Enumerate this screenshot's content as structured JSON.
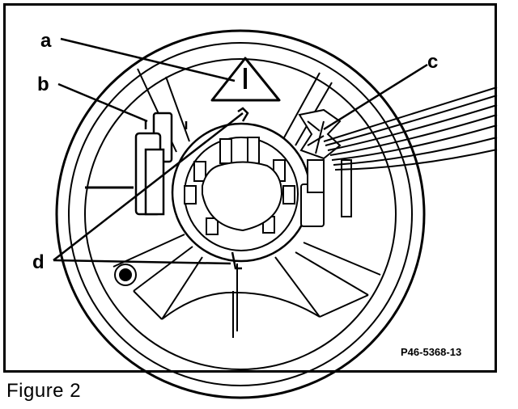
{
  "figure": {
    "caption": "Figure 2",
    "code": "P46-5368-13",
    "callouts": {
      "a": "a",
      "b": "b",
      "c": "c",
      "d": "d"
    }
  }
}
